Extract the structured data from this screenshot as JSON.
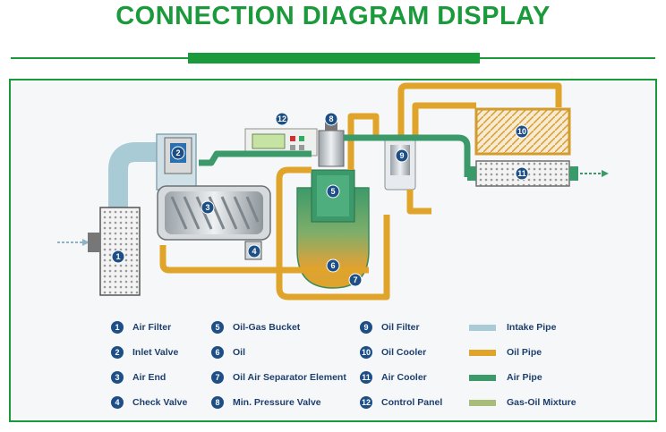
{
  "title": "CONNECTION DIAGRAM DISPLAY",
  "callouts": [
    "1",
    "2",
    "3",
    "4",
    "5",
    "6",
    "7",
    "8",
    "9",
    "10",
    "11",
    "12"
  ],
  "legend": {
    "components": [
      {
        "num": "1",
        "label": "Air Filter"
      },
      {
        "num": "2",
        "label": "Inlet Valve"
      },
      {
        "num": "3",
        "label": "Air End"
      },
      {
        "num": "4",
        "label": "Check Valve"
      },
      {
        "num": "5",
        "label": "Oil-Gas Bucket"
      },
      {
        "num": "6",
        "label": "Oil"
      },
      {
        "num": "7",
        "label": "Oil Air Separator Element"
      },
      {
        "num": "8",
        "label": "Min. Pressure Valve"
      },
      {
        "num": "9",
        "label": "Oil Filter"
      },
      {
        "num": "10",
        "label": "Oil Cooler"
      },
      {
        "num": "11",
        "label": "Air Cooler"
      },
      {
        "num": "12",
        "label": "Control Panel"
      }
    ],
    "pipes": [
      {
        "label": "Intake Pipe",
        "color": "#a9cbd6"
      },
      {
        "label": "Oil Pipe",
        "color": "#e0a42a"
      },
      {
        "label": "Air Pipe",
        "color": "#3c9a6a"
      },
      {
        "label": "Gas-Oil Mixture",
        "color": "#a8bd7a"
      }
    ]
  },
  "colors": {
    "brand_green": "#1a9a3a",
    "legend_text": "#1d3f6e",
    "callout": "#1d4f86"
  }
}
